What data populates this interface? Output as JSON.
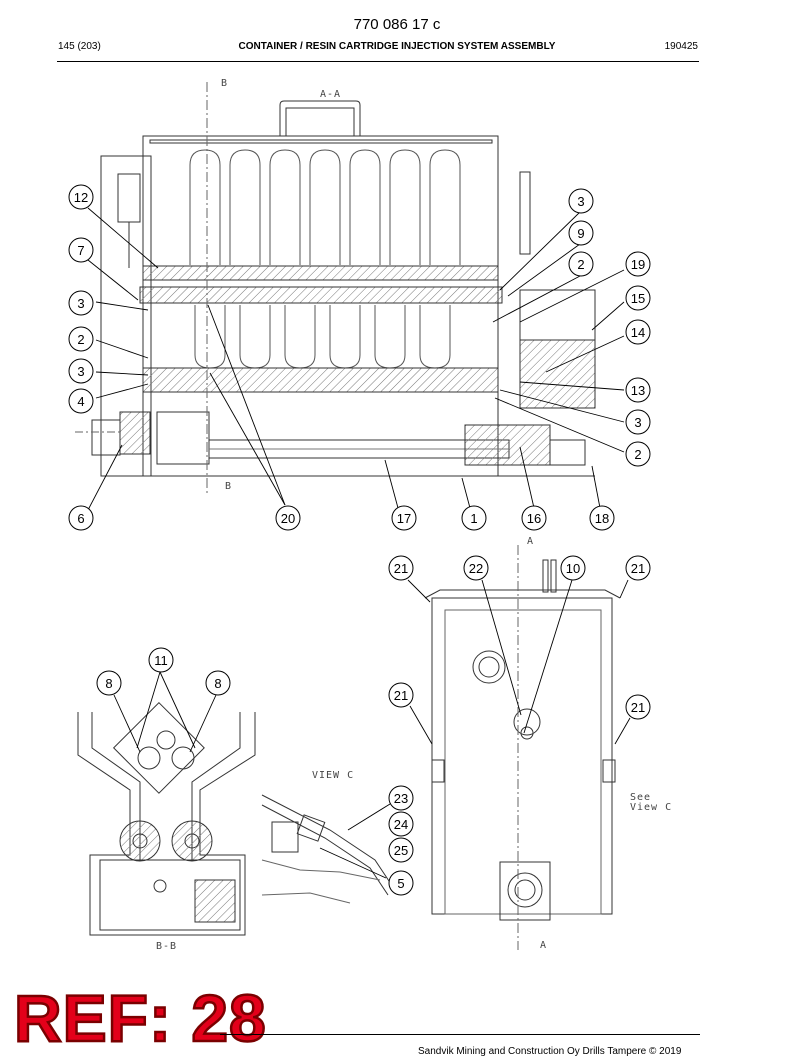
{
  "header": {
    "doc_number": "770 086 17 c",
    "page_ref": "145 (203)",
    "title": "CONTAINER / RESIN CARTRIDGE INJECTION SYSTEM ASSEMBLY",
    "date_code": "190425"
  },
  "views": {
    "section_aa": "A-A",
    "section_bb": "B-B",
    "view_c": "VIEW C",
    "marker_a": "A",
    "marker_b": "B",
    "see_view_c_1": "See",
    "see_view_c_2": "View C"
  },
  "callouts": [
    {
      "label": "12"
    },
    {
      "label": "7"
    },
    {
      "label": "3"
    },
    {
      "label": "2"
    },
    {
      "label": "3"
    },
    {
      "label": "4"
    },
    {
      "label": "3"
    },
    {
      "label": "9"
    },
    {
      "label": "2"
    },
    {
      "label": "19"
    },
    {
      "label": "15"
    },
    {
      "label": "14"
    },
    {
      "label": "13"
    },
    {
      "label": "3"
    },
    {
      "label": "2"
    },
    {
      "label": "6"
    },
    {
      "label": "20"
    },
    {
      "label": "17"
    },
    {
      "label": "1"
    },
    {
      "label": "16"
    },
    {
      "label": "18"
    },
    {
      "label": "21"
    },
    {
      "label": "22"
    },
    {
      "label": "10"
    },
    {
      "label": "21"
    },
    {
      "label": "11"
    },
    {
      "label": "8"
    },
    {
      "label": "8"
    },
    {
      "label": "21"
    },
    {
      "label": "21"
    },
    {
      "label": "23"
    },
    {
      "label": "24"
    },
    {
      "label": "25"
    },
    {
      "label": "5"
    }
  ],
  "stamp": "REF: 28",
  "footer": {
    "copyright": "Sandvik Mining and Construction Oy Drills Tampere © 2019"
  }
}
